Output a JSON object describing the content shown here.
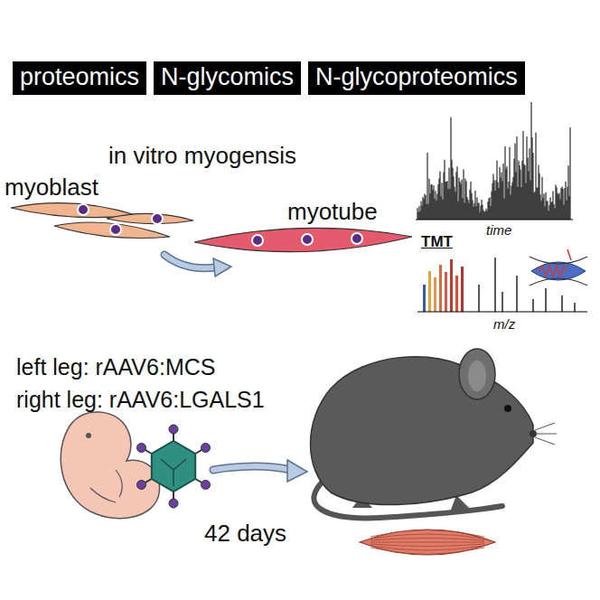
{
  "diagram": {
    "nodes": [
      {
        "text": [
          "proteomics"
        ]
      },
      {
        "text": [
          "N-glycomics"
        ]
      },
      {
        "text": [
          "N-glycoproteomics"
        ]
      }
    ],
    "labels": [
      "in vitro myogensis",
      "myoblast",
      "myotube",
      "time",
      "TMT",
      "m/z",
      "left leg: rAAV6:MCS",
      "right leg: rAAV6:LGALS1",
      "42 days"
    ]
  }
}
